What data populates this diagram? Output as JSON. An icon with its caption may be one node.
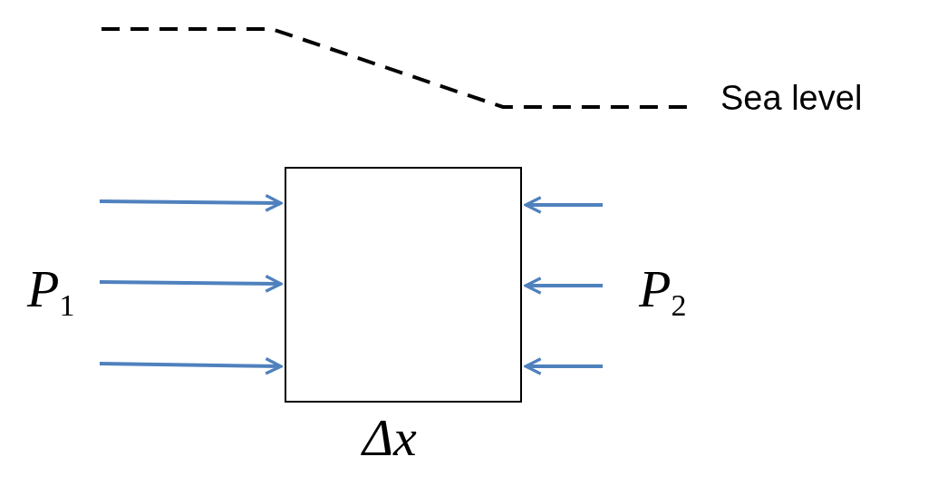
{
  "diagram": {
    "nodes": [
      {
        "text": [],
        "shape": "box",
        "beside": [
          "Δx"
        ]
      }
    ],
    "labels": [
      "Sea level",
      "*P*$_{1}$",
      "*P*$_{2}$"
    ]
  }
}
